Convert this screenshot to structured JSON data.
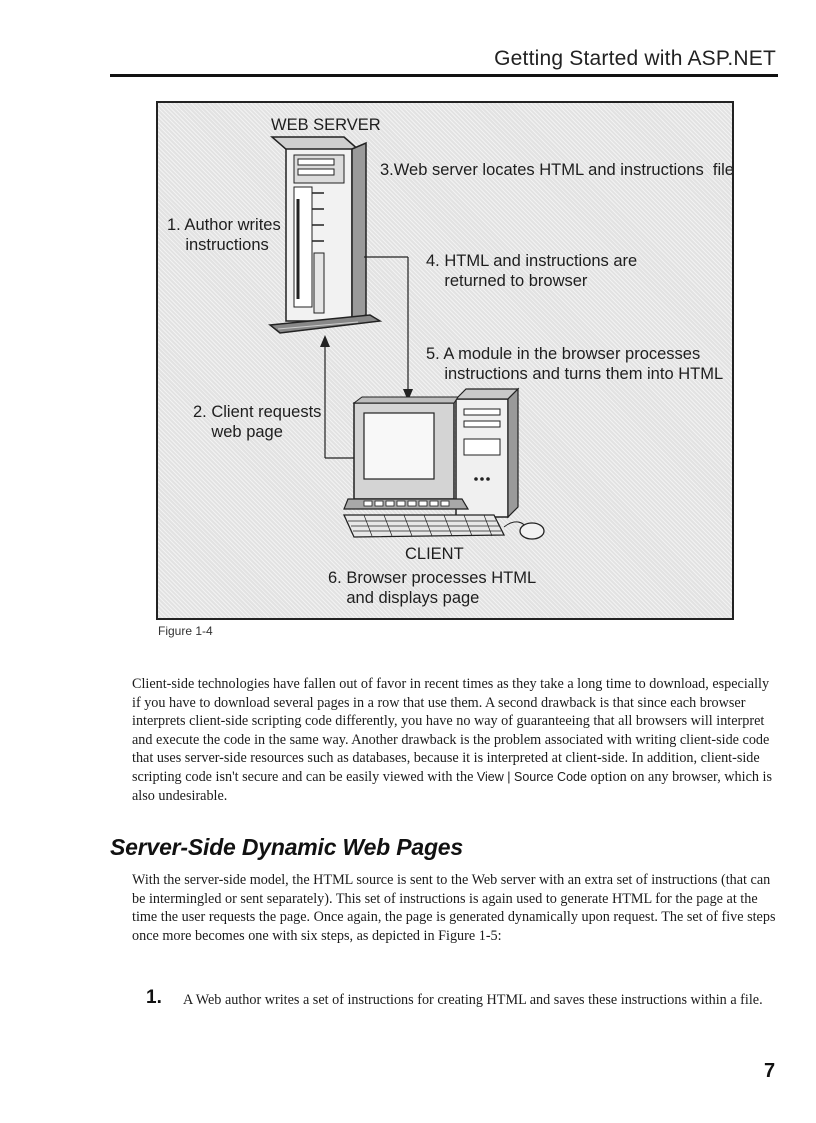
{
  "header": {
    "title": "Getting Started with ASP.NET"
  },
  "figure": {
    "labels": {
      "web_server": "WEB SERVER",
      "step1": "1. Author writes\n    instructions",
      "step2": "2. Client requests\n    web page",
      "step3": "3.Web server locates HTML and instructions  file",
      "step4": "4. HTML and instructions are\n    returned to browser",
      "step5": "5. A module in the browser processes\n    instructions and turns them into HTML",
      "client": "CLIENT",
      "step6": "6. Browser processes HTML\n    and displays page"
    },
    "caption": "Figure 1-4"
  },
  "body": {
    "para1_before": "Client-side technologies have fallen out of favor in recent times as they take a long time to download, especially if you have to download several pages in a row that use them. A second drawback is that since each browser interprets client-side scripting code differently, you have no way of guaranteeing that all browsers will interpret and execute the code in the same way. Another drawback is the problem associated with writing client-side code that uses server-side resources such as databases, because it is interpreted at client-side. In addition, client-side scripting code isn't secure and can be easily viewed with the ",
    "para1_menu": "View | Source Code",
    "para1_after": " option on any browser, which is also undesirable.",
    "section_heading": "Server-Side Dynamic Web Pages",
    "para2": "With the server-side model, the HTML source is sent to the Web server with an extra set of instructions (that can be intermingled or sent separately). This set of instructions is again used to generate HTML for the page at the time the user requests the page. Once again, the page is generated dynamically upon request. The set of five steps once more becomes one with six steps, as depicted in Figure 1-5:",
    "step_number": "1.",
    "step_text": "A Web author writes a set of instructions for creating HTML and saves these instructions within a file."
  },
  "footer": {
    "page_number": "7"
  }
}
